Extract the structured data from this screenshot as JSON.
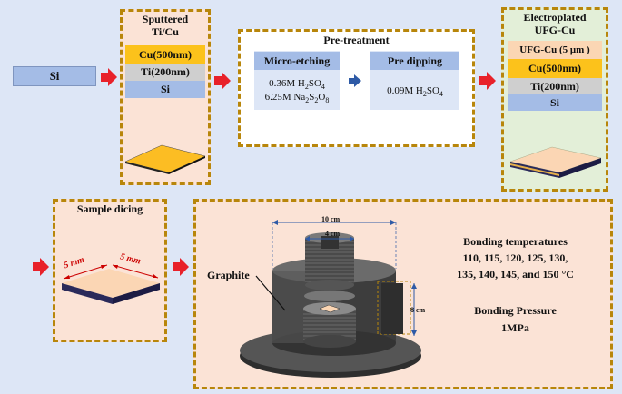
{
  "si_start": "Si",
  "sputtered": {
    "title_line1": "Sputtered",
    "title_line2": "Ti/Cu",
    "layers": [
      "Cu(500nm)",
      "Ti(200nm)",
      "Si"
    ]
  },
  "pretreatment": {
    "title": "Pre-treatment",
    "micro_etching": {
      "header": "Micro-etching",
      "line1": "0.36M H",
      "line1_sub": "2",
      "line1_b": "SO",
      "line1_sub2": "4",
      "line2": "6.25M Na",
      "line2_sub": "2",
      "line2_b": "S",
      "line2_sub2": "2",
      "line2_c": "O",
      "line2_sub3": "8"
    },
    "pre_dipping": {
      "header": "Pre dipping",
      "line1": "0.09M H",
      "line1_sub": "2",
      "line1_b": "SO",
      "line1_sub2": "4"
    }
  },
  "electroplated": {
    "title_line1": "Electroplated",
    "title_line2": "UFG-Cu",
    "layers": [
      "UFG-Cu (5 μm )",
      "Cu(500nm)",
      "Ti(200nm)",
      "Si"
    ]
  },
  "dicing": {
    "title": "Sample dicing",
    "dim1": "5 mm",
    "dim2": "5 mm"
  },
  "bonding": {
    "label_graphite": "Graphite",
    "dim_10cm": "10 cm",
    "dim_4cm": "4 cm",
    "dim_8cm": "8 cm",
    "temp_title": "Bonding temperatures",
    "temp_line1": "110, 115, 120, 125, 130,",
    "temp_line2": "135, 140, 145, and 150 °C",
    "pressure_title": "Bonding Pressure",
    "pressure_value": "1MPa"
  },
  "colors": {
    "arrow_red": "#e8212a",
    "cu_orange": "#fcc21b",
    "ti_gray": "#cfcfcf",
    "si_blue": "#a4bce6",
    "ufg_peach": "#fbd6b4",
    "dash_gold": "#b8860b"
  }
}
